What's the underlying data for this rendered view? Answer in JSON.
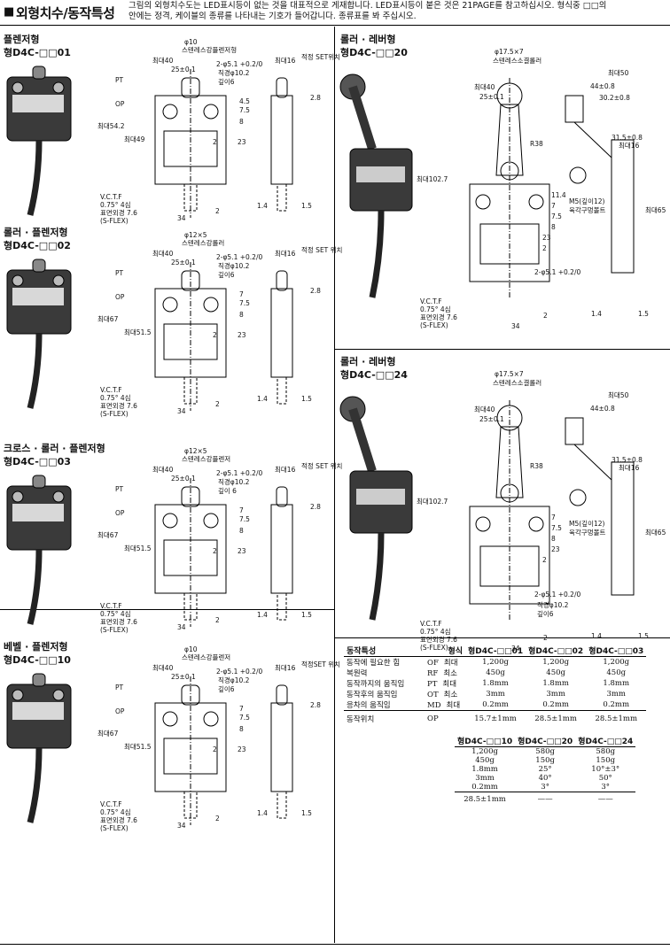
{
  "header": {
    "mark": "■",
    "title": "외형치수/동작특성",
    "note_line1": "그림의 외형치수도는 LED표시등이 없는 것을 대표적으로 게재합니다. LED표시등이 붙은 것은 21PAGE를 참고하십시오. 형식중 □□의",
    "note_line2": "안에는 정격, 케이블의 종류를 나타내는 기호가 들어갑니다. 종류표를 봐 주십시오."
  },
  "sections": [
    {
      "name": "플렌저형",
      "model": "형D4C-□□01",
      "labels": {
        "roller": "φ10",
        "roller_desc": "스텐레스강플렌저형",
        "width": "최대40",
        "pitch": "25±0.1",
        "hole": "2-φ5.1 +0.2/0",
        "hole2": "직경φ10.2",
        "depth": "깊이6",
        "pt": "PT",
        "op": "OP",
        "height": "최대54.2",
        "body": "최대49",
        "side": "최대16",
        "set": "적정 SET위치",
        "d1": "4.5",
        "d2": "7.5",
        "d3": "8",
        "d4": "23",
        "d5": "2",
        "d6": "2.8",
        "bottom": "34",
        "b1": "1.4",
        "b2": "1.5",
        "b3": "2",
        "cable": "V.C.T.F",
        "cable2": "0.75° 4심",
        "cable3": "표면외경 7.6",
        "cable4": "(S-FLEX)"
      }
    },
    {
      "name": "롤러 · 플렌저형",
      "model": "형D4C-□□02",
      "labels": {
        "roller": "φ12×5",
        "roller_desc": "스텐레스강롤러",
        "width": "최대40",
        "pitch": "25±0.1",
        "hole": "2-φ5.1 +0.2/0",
        "hole2": "직경φ10.2",
        "depth": "깊이6",
        "pt": "PT",
        "op": "OP",
        "height": "최대67",
        "body": "최대51.5",
        "side": "최대16",
        "set": "적정 SET 위치",
        "d1": "7",
        "d2": "7.5",
        "d3": "8",
        "d4": "23",
        "d5": "2",
        "d6": "2.8",
        "bottom": "34",
        "b1": "1.4",
        "b2": "1.5",
        "b3": "2",
        "cable": "V.C.T.F",
        "cable2": "0.75° 4심",
        "cable3": "표면외경 7.6",
        "cable4": "(S-FLEX)"
      }
    },
    {
      "name": "크로스 · 롤러 · 플렌저형",
      "model": "형D4C-□□03",
      "labels": {
        "roller": "φ12×5",
        "roller_desc": "스텐레스강플렌저",
        "width": "최대40",
        "pitch": "25±0.1",
        "hole": "2-φ5.1 +0.2/0",
        "hole2": "직경φ10.2",
        "depth": "깊이 6",
        "pt": "PT",
        "op": "OP",
        "height": "최대67",
        "body": "최대51.5",
        "side": "최대16",
        "set": "적정 SET 위치",
        "d1": "7",
        "d2": "7.5",
        "d3": "8",
        "d4": "23",
        "d5": "2",
        "d6": "2.8",
        "bottom": "34",
        "b1": "1.4",
        "b2": "1.5",
        "b3": "2",
        "cable": "V.C.T.F",
        "cable2": "0.75° 4심",
        "cable3": "표면외경 7.6",
        "cable4": "(S-FLEX)"
      }
    },
    {
      "name": "베벨 · 플렌저형",
      "model": "형D4C-□□10",
      "labels": {
        "roller": "φ10",
        "roller_desc": "스텐레스강플렌저",
        "width": "최대40",
        "pitch": "25±0.1",
        "hole": "2-φ5.1 +0.2/0",
        "hole2": "직경φ10.2",
        "depth": "깊이6",
        "pt": "PT",
        "op": "OP",
        "height": "최대67",
        "body": "최대51.5",
        "side": "최대16",
        "set": "적정SET 위치",
        "d1": "7",
        "d2": "7.5",
        "d3": "8",
        "d4": "23",
        "d5": "2",
        "d6": "2.8",
        "bottom": "34",
        "b1": "1.4",
        "b2": "1.5",
        "b3": "2",
        "cable": "V.C.T.F",
        "cable2": "0.75° 4심",
        "cable3": "표면외경 7.6",
        "cable4": "(S-FLEX)"
      }
    },
    {
      "name": "롤러 · 레버형",
      "model": "형D4C-□□20",
      "labels": {
        "roller": "φ17.5×7",
        "roller_desc": "스텐레스소결롤러",
        "width": "최대40",
        "pitch": "25±0.1",
        "r": "R38",
        "height": "최대102.7",
        "w50": "최대50",
        "w44": "44±0.8",
        "w30": "30.2±0.8",
        "w31": "31.5±0.8",
        "side": "최대16",
        "m5": "M5(깊이12)",
        "m5b": "육각구멍볼트",
        "h65": "최대65",
        "d1": "11.4",
        "d2": "7",
        "d3": "7.5",
        "d4": "8",
        "d5": "23",
        "d6": "2",
        "hole": "2-φ5.1 +0.2/0",
        "bottom": "34",
        "b1": "1.4",
        "b2": "1.5",
        "b3": "2",
        "cable": "V.C.T.F",
        "cable2": "0.75° 4심",
        "cable3": "표면외경 7.6",
        "cable4": "(S-FLEX)"
      }
    },
    {
      "name": "롤러 · 레버형",
      "model": "형D4C-□□24",
      "labels": {
        "roller": "φ17.5×7",
        "roller_desc": "스텐레스소결롤러",
        "width": "최대40",
        "pitch": "25±0.1",
        "r": "R38",
        "height": "최대102.7",
        "w50": "최대50",
        "w44": "44±0.8",
        "w31": "31.5±0.8",
        "side": "최대16",
        "m5": "M5(깊이12)",
        "m5b": "육각구멍볼트",
        "h65": "최대65",
        "d1": "7",
        "d2": "7.5",
        "d3": "8",
        "d4": "23",
        "d5": "2",
        "hole": "2-φ5.1 +0.2/0",
        "hole2": "직경φ10.2",
        "depth": "깊이6",
        "bottom": "34",
        "b1": "1.4",
        "b2": "1.5",
        "b3": "2",
        "cable": "V.C.T.F",
        "cable2": "0.75° 4심",
        "cable3": "표면외경 7.6",
        "cable4": "(S-FLEX)"
      }
    }
  ],
  "spec_table": {
    "head_label": "동작특성",
    "head_type": "형식",
    "models_top": [
      "형D4C-□□01",
      "형D4C-□□02",
      "형D4C-□□03"
    ],
    "models_bottom": [
      "형D4C-□□10",
      "형D4C-□□20",
      "형D4C-□□24"
    ],
    "rows": [
      {
        "label": "동작에 필요한 힘",
        "code": "OF",
        "limit": "최대"
      },
      {
        "label": "복원력",
        "code": "RF",
        "limit": "최소"
      },
      {
        "label": "동작까지의 움직임",
        "code": "PT",
        "limit": "최대"
      },
      {
        "label": "동작후의 움직임",
        "code": "OT",
        "limit": "최소"
      },
      {
        "label": "응차의 움직임",
        "code": "MD",
        "limit": "최대"
      }
    ],
    "op_row": {
      "label": "동작위치",
      "code": "OP"
    },
    "values_top": [
      [
        "1,200g",
        "1,200g",
        "1,200g"
      ],
      [
        "450g",
        "450g",
        "450g"
      ],
      [
        "1.8mm",
        "1.8mm",
        "1.8mm"
      ],
      [
        "3mm",
        "3mm",
        "3mm"
      ],
      [
        "0.2mm",
        "0.2mm",
        "0.2mm"
      ]
    ],
    "op_top": [
      "15.7±1mm",
      "28.5±1mm",
      "28.5±1mm"
    ],
    "values_bottom": [
      [
        "1,200g",
        "580g",
        "580g"
      ],
      [
        "450g",
        "150g",
        "150g"
      ],
      [
        "1.8mm",
        "25°",
        "10°±3°"
      ],
      [
        "3mm",
        "40°",
        "50°"
      ],
      [
        "0.2mm",
        "3°",
        "3°"
      ]
    ],
    "op_bottom": [
      "28.5±1mm",
      "——",
      "——"
    ]
  }
}
